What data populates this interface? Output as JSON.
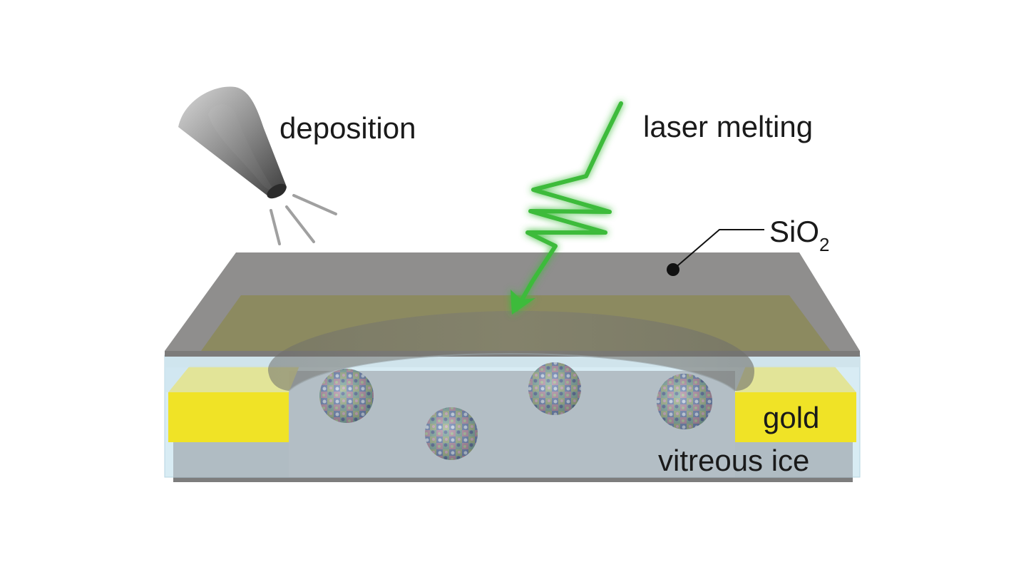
{
  "labels": {
    "deposition": "deposition",
    "laser_melting": "laser melting",
    "sio2_main": "SiO",
    "sio2_sub": "2",
    "gold": "gold",
    "vitreous_ice": "vitreous ice"
  },
  "colors": {
    "sio2": "#8f8e8d",
    "gold": "#f0e326",
    "ice": "#cfe7f1",
    "laser": "#3dbb3a",
    "sample_cavity": "#b0bcc3"
  },
  "icons": {
    "nozzle": "deposition-nozzle-icon",
    "laser": "laser-beam-icon",
    "particle": "protein-particle-icon"
  }
}
